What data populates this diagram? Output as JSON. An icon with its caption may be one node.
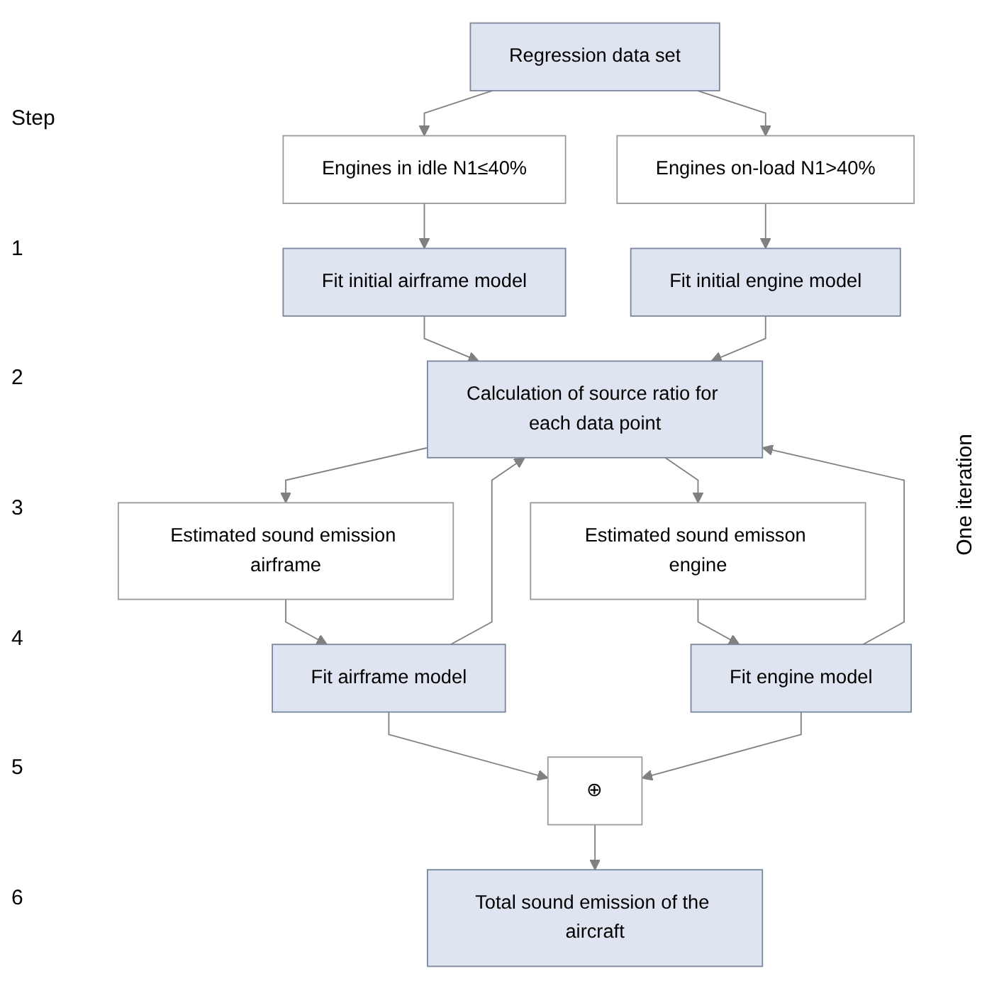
{
  "diagram": {
    "nodes": [
      {
        "text": [
          "Regression data set"
        ]
      },
      {
        "text": [
          "Engines in idle N1≤40%"
        ]
      },
      {
        "text": [
          "Engines on-load N1>40%"
        ]
      },
      {
        "text": [
          "Fit initial airframe model"
        ]
      },
      {
        "text": [
          "Fit initial engine model"
        ]
      },
      {
        "text": [
          "Calculation of source ratio for each data point"
        ]
      },
      {
        "text": [
          "Estimated sound emission airframe"
        ]
      },
      {
        "text": [
          "Estimated sound emisson engine"
        ]
      },
      {
        "text": [
          "Fit airframe model"
        ]
      },
      {
        "text": [
          "Fit engine model"
        ]
      },
      {
        "text": [
          "⊕"
        ]
      },
      {
        "text": [
          "Total sound emission of the aircraft"
        ]
      }
    ],
    "edges": [
      {
        "from": 0,
        "to": 1,
        "arrow": "to"
      },
      {
        "from": 0,
        "to": 2,
        "arrow": "to"
      },
      {
        "from": 1,
        "to": 3,
        "arrow": "to"
      },
      {
        "from": 2,
        "to": 4,
        "arrow": "to"
      },
      {
        "from": 3,
        "to": 5,
        "arrow": "to"
      },
      {
        "from": 4,
        "to": 5,
        "arrow": "to"
      },
      {
        "from": 5,
        "to": 6,
        "arrow": "to"
      },
      {
        "from": 5,
        "to": 7,
        "arrow": "to"
      },
      {
        "from": 6,
        "to": 8,
        "arrow": "to"
      },
      {
        "from": 7,
        "to": 9,
        "arrow": "to"
      },
      {
        "from": 8,
        "to": 5,
        "arrow": "to"
      },
      {
        "from": 9,
        "to": 5,
        "arrow": "to"
      },
      {
        "from": 8,
        "to": 10,
        "arrow": "to"
      },
      {
        "from": 9,
        "to": 10,
        "arrow": "to"
      },
      {
        "from": 10,
        "to": 11,
        "arrow": "to"
      }
    ],
    "labels": [
      "Step",
      "1",
      "2",
      "3",
      "4",
      "5",
      "6",
      "One iteration"
    ]
  }
}
